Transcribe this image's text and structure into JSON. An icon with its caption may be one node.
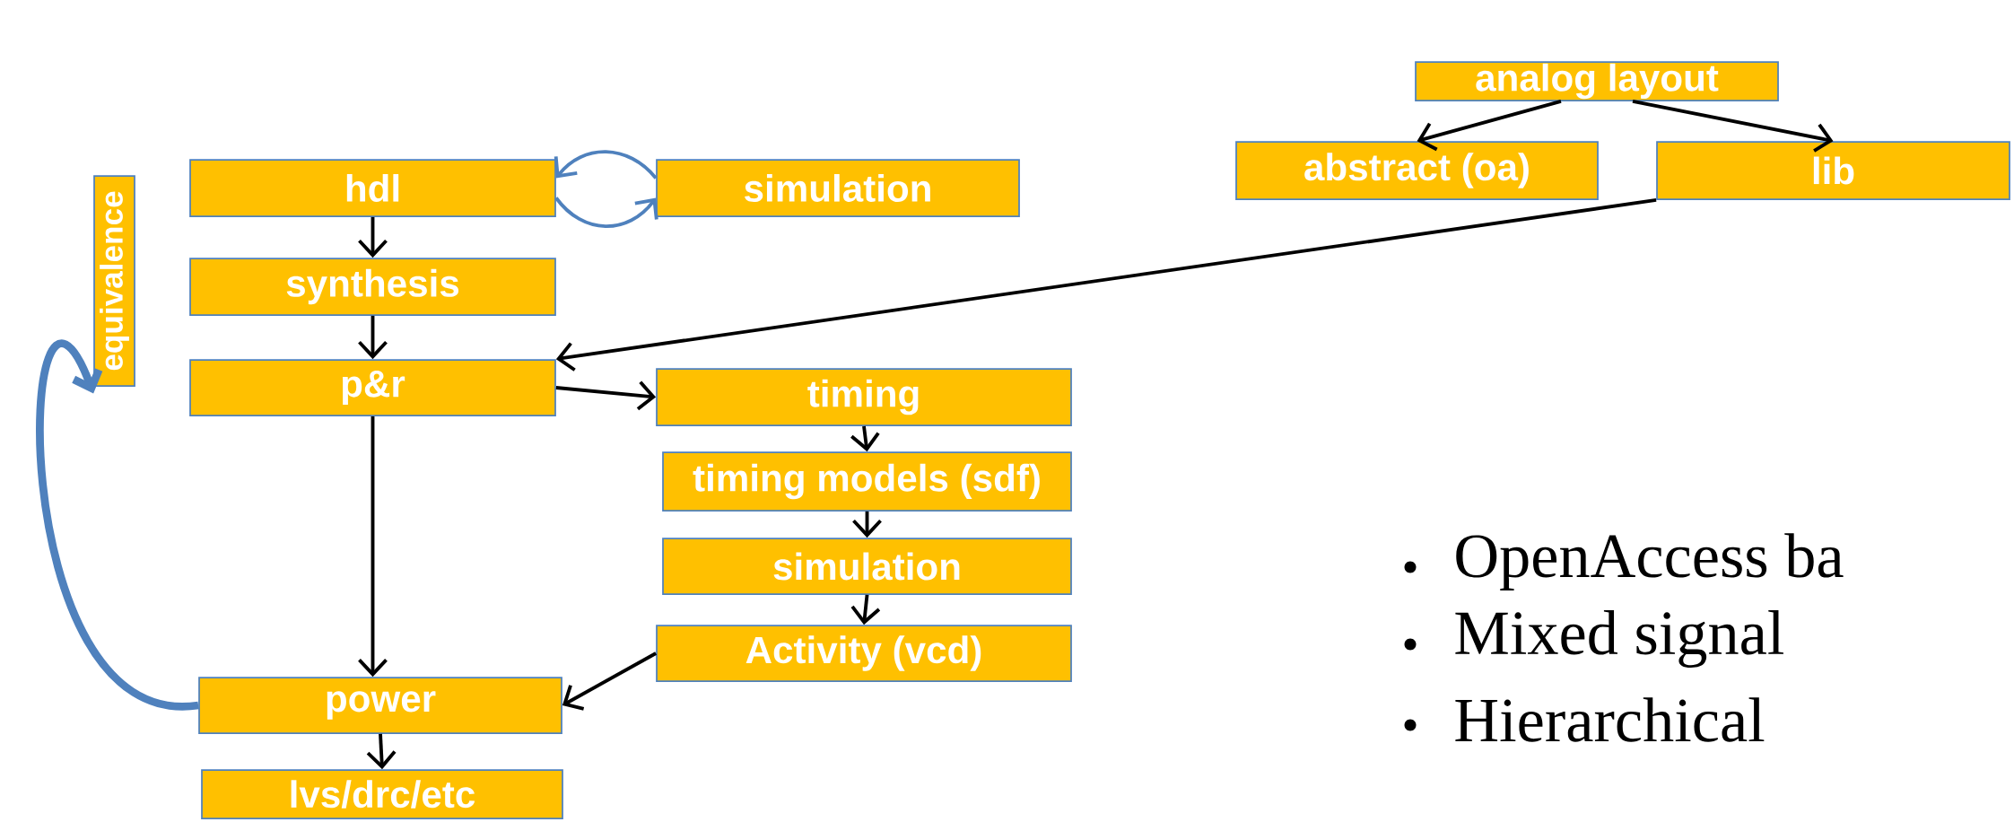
{
  "diagram": {
    "nodes": [
      {
        "text": [
          "equivalence"
        ]
      },
      {
        "text": [
          "hdl"
        ]
      },
      {
        "text": [
          "simulation"
        ]
      },
      {
        "text": [
          "synthesis"
        ]
      },
      {
        "text": [
          "p&r"
        ]
      },
      {
        "text": [
          "timing"
        ]
      },
      {
        "text": [
          "timing models (sdf)"
        ]
      },
      {
        "text": [
          "simulation"
        ]
      },
      {
        "text": [
          "Activity (vcd)"
        ]
      },
      {
        "text": [
          "power"
        ]
      },
      {
        "text": [
          "lvs/drc/etc"
        ]
      },
      {
        "text": [
          "analog layout"
        ]
      },
      {
        "text": [
          "abstract (oa)"
        ]
      },
      {
        "text": [
          "lib"
        ]
      }
    ],
    "edges": [
      {
        "from": 1,
        "to": 3,
        "arrow": "to"
      },
      {
        "from": 3,
        "to": 4,
        "arrow": "to"
      },
      {
        "from": 4,
        "to": 5,
        "arrow": "to"
      },
      {
        "from": 4,
        "to": 9,
        "arrow": "to"
      },
      {
        "from": 5,
        "to": 6,
        "arrow": "to"
      },
      {
        "from": 6,
        "to": 7,
        "arrow": "to"
      },
      {
        "from": 7,
        "to": 8,
        "arrow": "to"
      },
      {
        "from": 8,
        "to": 9,
        "arrow": "to"
      },
      {
        "from": 9,
        "to": 10,
        "arrow": "to"
      },
      {
        "from": 11,
        "to": 12,
        "arrow": "to"
      },
      {
        "from": 11,
        "to": 13,
        "arrow": "to"
      },
      {
        "from": 13,
        "to": 4,
        "arrow": "to"
      },
      {
        "from": 2,
        "to": 1,
        "arrow": "to",
        "color": "#4f81bd"
      },
      {
        "from": 1,
        "to": 2,
        "arrow": "to",
        "color": "#4f81bd"
      },
      {
        "from": 9,
        "to": 0,
        "arrow": "to",
        "style": "thick",
        "color": "#4f81bd"
      }
    ],
    "labels": [
      "OpenAccess ba",
      "Mixed signal",
      "Hierarchical"
    ]
  }
}
